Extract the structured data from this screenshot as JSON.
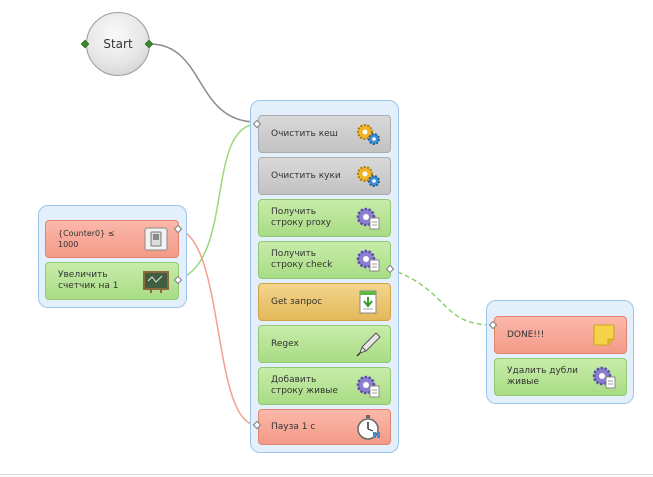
{
  "start": {
    "label": "Start"
  },
  "groups": {
    "counter": {
      "blocks": [
        {
          "label": "{Counter0} ≤ 1000",
          "color": "red",
          "icon": "switch-icon"
        },
        {
          "label": "Увеличить счетчик на 1",
          "color": "green",
          "icon": "chalkboard-icon"
        }
      ]
    },
    "main": {
      "blocks": [
        {
          "label": "Очистить кеш",
          "color": "gray",
          "icon": "gears-icon"
        },
        {
          "label": "Очистить куки",
          "color": "gray",
          "icon": "gears-icon"
        },
        {
          "label": "Получить строку proxy",
          "color": "green",
          "icon": "gear-document-icon"
        },
        {
          "label": "Получить строку check",
          "color": "green",
          "icon": "gear-document-icon"
        },
        {
          "label": "Get запрос",
          "color": "orange",
          "icon": "download-document-icon"
        },
        {
          "label": "Regex",
          "color": "green",
          "icon": "pen-nib-icon"
        },
        {
          "label": "Добавить строку живые",
          "color": "green",
          "icon": "gear-document-icon"
        },
        {
          "label": "Пауза 1 с",
          "color": "red",
          "icon": "stopwatch-icon"
        }
      ]
    },
    "done": {
      "blocks": [
        {
          "label": "DONE!!!",
          "color": "red",
          "icon": "sticky-note-icon"
        },
        {
          "label": "Удалить дубли живые",
          "color": "green",
          "icon": "gear-document-icon"
        }
      ]
    }
  },
  "colors": {
    "group_bg": "#e3f0fc",
    "group_border": "#9cc4ea",
    "link_gray": "#8a8a8a",
    "link_green": "#9bd77d",
    "link_red": "#f2a090",
    "link_dashed_green": "#8fd06b"
  }
}
